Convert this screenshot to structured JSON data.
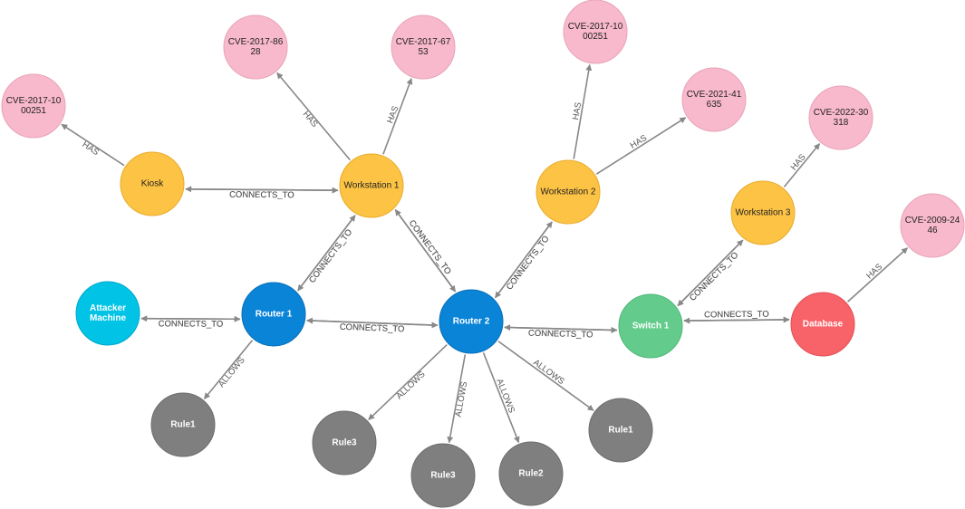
{
  "colors": {
    "cve": "#f8b9cc",
    "workstation": "#fdc344",
    "router": "#0a84d7",
    "attacker": "#00c3e6",
    "switch": "#63cc8c",
    "database": "#f86369",
    "rule": "#7f7f7f",
    "edge": "#888888"
  },
  "nodes": [
    {
      "id": "kiosk",
      "lines": [
        "Kiosk"
      ],
      "type": "workstation"
    },
    {
      "id": "ws1",
      "lines": [
        "Workstation 1"
      ],
      "type": "workstation"
    },
    {
      "id": "ws2",
      "lines": [
        "Workstation 2"
      ],
      "type": "workstation"
    },
    {
      "id": "ws3",
      "lines": [
        "Workstation 3"
      ],
      "type": "workstation"
    },
    {
      "id": "attacker",
      "lines": [
        "Attacker",
        "Machine"
      ],
      "type": "attacker"
    },
    {
      "id": "r1",
      "lines": [
        "Router 1"
      ],
      "type": "router"
    },
    {
      "id": "r2",
      "lines": [
        "Router 2"
      ],
      "type": "router"
    },
    {
      "id": "sw1",
      "lines": [
        "Switch 1"
      ],
      "type": "switch"
    },
    {
      "id": "db",
      "lines": [
        "Database"
      ],
      "type": "database"
    },
    {
      "id": "cve_k",
      "lines": [
        "CVE-2017-10",
        "00251"
      ],
      "type": "cve"
    },
    {
      "id": "cve_w1a",
      "lines": [
        "CVE-2017-86",
        "28"
      ],
      "type": "cve"
    },
    {
      "id": "cve_w1b",
      "lines": [
        "CVE-2017-67",
        "53"
      ],
      "type": "cve"
    },
    {
      "id": "cve_w2a",
      "lines": [
        "CVE-2017-10",
        "00251"
      ],
      "type": "cve"
    },
    {
      "id": "cve_w2b",
      "lines": [
        "CVE-2021-41",
        "635"
      ],
      "type": "cve"
    },
    {
      "id": "cve_w3",
      "lines": [
        "CVE-2022-30",
        "318"
      ],
      "type": "cve"
    },
    {
      "id": "cve_db",
      "lines": [
        "CVE-2009-24",
        "46"
      ],
      "type": "cve"
    },
    {
      "id": "rule1_r1",
      "lines": [
        "Rule1"
      ],
      "type": "rule"
    },
    {
      "id": "rule3_a",
      "lines": [
        "Rule3"
      ],
      "type": "rule"
    },
    {
      "id": "rule3_b",
      "lines": [
        "Rule3"
      ],
      "type": "rule"
    },
    {
      "id": "rule2",
      "lines": [
        "Rule2"
      ],
      "type": "rule"
    },
    {
      "id": "rule1_r2",
      "lines": [
        "Rule1"
      ],
      "type": "rule"
    }
  ],
  "edges": [
    {
      "from": "kiosk",
      "to": "cve_k",
      "label": "HAS"
    },
    {
      "from": "ws1",
      "to": "cve_w1a",
      "label": "HAS"
    },
    {
      "from": "ws1",
      "to": "cve_w1b",
      "label": "HAS"
    },
    {
      "from": "ws2",
      "to": "cve_w2a",
      "label": "HAS"
    },
    {
      "from": "ws2",
      "to": "cve_w2b",
      "label": "HAS"
    },
    {
      "from": "ws3",
      "to": "cve_w3",
      "label": "HAS"
    },
    {
      "from": "db",
      "to": "cve_db",
      "label": "HAS"
    },
    {
      "from": "ws1",
      "to": "kiosk",
      "label": "CONNECTS_TO"
    },
    {
      "from": "kiosk",
      "to": "ws1",
      "label": "CONNECTS_TO"
    },
    {
      "from": "ws1",
      "to": "r1",
      "label": "CONNECTS_TO"
    },
    {
      "from": "r1",
      "to": "ws1",
      "label": "CONNECTS_TO"
    },
    {
      "from": "ws1",
      "to": "r2",
      "label": "CONNECTS_TO"
    },
    {
      "from": "r2",
      "to": "ws1",
      "label": "CONNECTS_TO"
    },
    {
      "from": "r1",
      "to": "attacker",
      "label": "CONNECTS_TO"
    },
    {
      "from": "attacker",
      "to": "r1",
      "label": "CONNECTS_TO"
    },
    {
      "from": "r2",
      "to": "r1",
      "label": "CONNECTS_TO"
    },
    {
      "from": "r1",
      "to": "r2",
      "label": "CONNECTS_TO"
    },
    {
      "from": "ws2",
      "to": "r2",
      "label": "CONNECTS_TO"
    },
    {
      "from": "r2",
      "to": "ws2",
      "label": "CONNECTS_TO"
    },
    {
      "from": "sw1",
      "to": "r2",
      "label": "CONNECTS_TO"
    },
    {
      "from": "r2",
      "to": "sw1",
      "label": "CONNECTS_TO"
    },
    {
      "from": "ws3",
      "to": "sw1",
      "label": "CONNECTS_TO"
    },
    {
      "from": "sw1",
      "to": "ws3",
      "label": "CONNECTS_TO"
    },
    {
      "from": "db",
      "to": "sw1",
      "label": "CONNECTS_TO"
    },
    {
      "from": "sw1",
      "to": "db",
      "label": "CONNECTS_TO"
    },
    {
      "from": "r1",
      "to": "rule1_r1",
      "label": "ALLOWS"
    },
    {
      "from": "r2",
      "to": "rule3_a",
      "label": "ALLOWS"
    },
    {
      "from": "r2",
      "to": "rule3_b",
      "label": "ALLOWS"
    },
    {
      "from": "r2",
      "to": "rule2",
      "label": "ALLOWS"
    },
    {
      "from": "r2",
      "to": "rule1_r2",
      "label": "ALLOWS"
    }
  ]
}
